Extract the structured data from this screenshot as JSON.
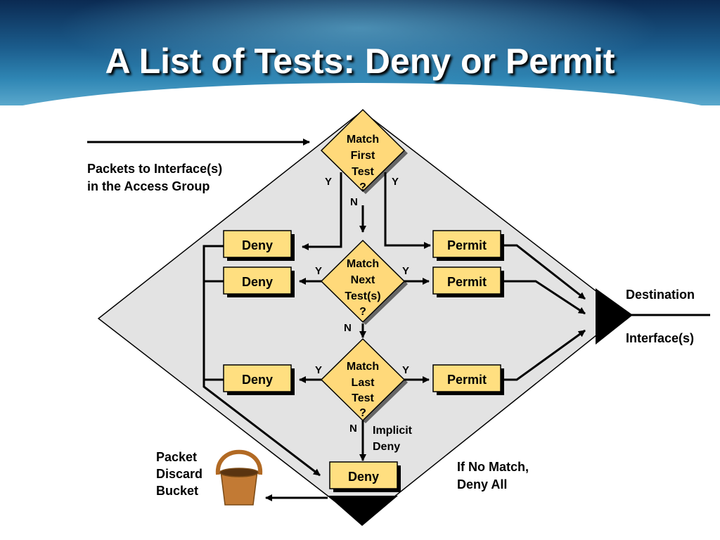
{
  "slide": {
    "title": "A List of Tests: Deny or Permit"
  },
  "diagram": {
    "input_label": [
      "Packets to Interface(s)",
      "in the Access Group"
    ],
    "tests": [
      {
        "name": "first",
        "lines": [
          "Match",
          "First",
          "Test",
          "?"
        ]
      },
      {
        "name": "next",
        "lines": [
          "Match",
          "Next",
          "Test(s)",
          "?"
        ]
      },
      {
        "name": "last",
        "lines": [
          "Match",
          "Last",
          "Test",
          "?"
        ]
      }
    ],
    "deny_label": "Deny",
    "permit_label": "Permit",
    "yes": "Y",
    "no": "N",
    "implicit_deny": [
      "Implicit",
      "Deny"
    ],
    "no_match": [
      "If No Match,",
      "Deny All"
    ],
    "destination": [
      "Destination",
      "Interface(s)"
    ],
    "bucket_label": [
      "Packet",
      "Discard",
      "Bucket"
    ]
  },
  "colors": {
    "box_fill": "#ffdf80",
    "diamond_fill": "#ffd97a",
    "region_fill": "#e3e3e3"
  }
}
